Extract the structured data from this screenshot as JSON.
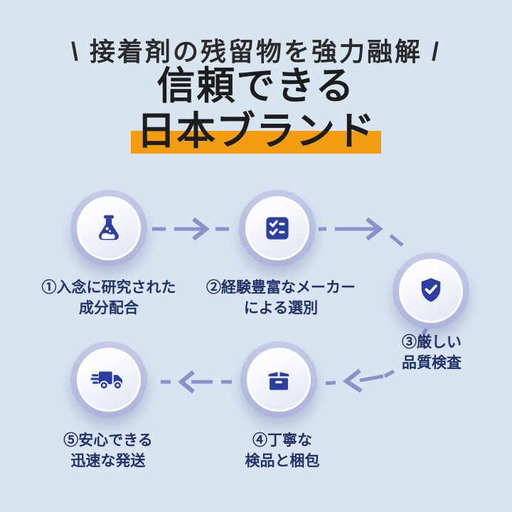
{
  "header": {
    "tagline": "\\ 接着剤の残留物を強力融解 /",
    "title_line1": "信頼できる",
    "title_line2": "日本ブランド"
  },
  "steps": [
    {
      "icon": "flask-icon",
      "label_line1": "①入念に研究された",
      "label_line2": "成分配合"
    },
    {
      "icon": "checklist-icon",
      "label_line1": "②経験豊富なメーカー",
      "label_line2": "による選別"
    },
    {
      "icon": "shield-check-icon",
      "label_line1": "③厳しい",
      "label_line2": "品質検査"
    },
    {
      "icon": "box-icon",
      "label_line1": "④丁寧な",
      "label_line2": "検品と梱包"
    },
    {
      "icon": "truck-icon",
      "label_line1": "⑤安心できる",
      "label_line2": "迅速な発送"
    }
  ],
  "colors": {
    "background": "#D9E4F1",
    "accent_orange": "#F29C11",
    "icon_blue": "#2C3E9F",
    "arrow": "#8A92C7",
    "label_navy": "#223168",
    "ring": "#B8BEDE",
    "title_black": "#1D1D1D"
  }
}
